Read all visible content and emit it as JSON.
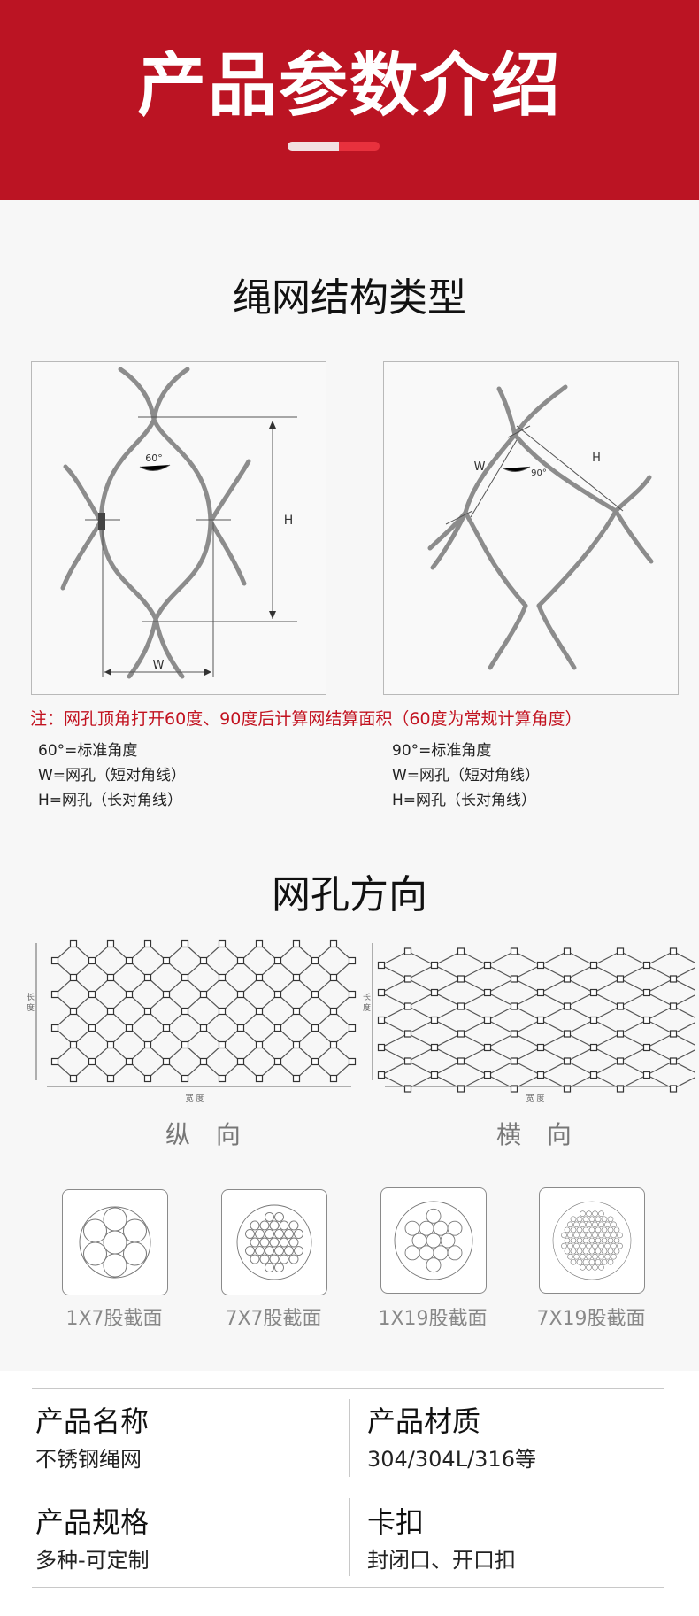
{
  "banner": {
    "title": "产品参数介绍"
  },
  "structure": {
    "title": "绳网结构类型",
    "left_diagram": {
      "angle": "60°",
      "w": "W",
      "h": "H"
    },
    "right_diagram": {
      "angle": "90°",
      "w": "W",
      "h": "H"
    },
    "note": "注：网孔顶角打开60度、90度后计算网结算面积（60度为常规计算角度）",
    "legend_left": [
      "60°=标准角度",
      "W=网孔（短对角线）",
      "H=网孔（长对角线）"
    ],
    "legend_right": [
      "90°=标准角度",
      "W=网孔（短对角线）",
      "H=网孔（长对角线）"
    ]
  },
  "direction": {
    "title": "网孔方向",
    "length_label": "长 度",
    "width_label": "宽 度",
    "vertical_label": "纵 向",
    "horizontal_label": "横 向"
  },
  "strands": [
    {
      "caption": "1X7股截面"
    },
    {
      "caption": "7X7股截面"
    },
    {
      "caption": "1X19股截面"
    },
    {
      "caption": "7X19股截面"
    }
  ],
  "specs": {
    "name_label": "产品名称",
    "name_value": "不锈钢绳网",
    "material_label": "产品材质",
    "material_value": "304/304L/316等",
    "size_label": "产品规格",
    "size_value": "多种-可定制",
    "clasp_label": "卡扣",
    "clasp_value": "封闭口、开口扣"
  },
  "colors": {
    "banner": "#bb1423",
    "note": "#c2121f",
    "accent": "#e8313d"
  }
}
